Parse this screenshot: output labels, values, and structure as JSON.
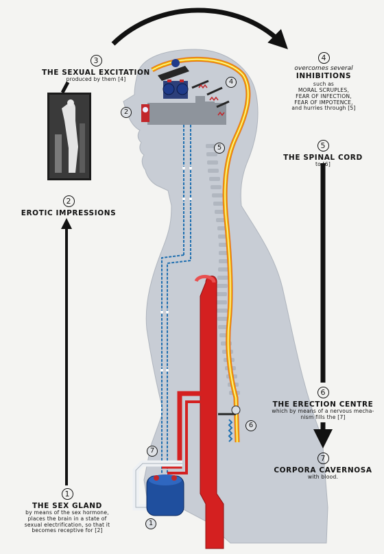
{
  "labels": {
    "one": {
      "num": "1",
      "title": "THE SEX GLAND",
      "lines": [
        "by means of the sex hormone,",
        "places the brain in a state of",
        "sexual electrification, so that it",
        "becomes receptive for [2]"
      ]
    },
    "two": {
      "num": "2",
      "title": "EROTIC IMPRESSIONS"
    },
    "three": {
      "num": "3",
      "title": "THE SEXUAL EXCITATION",
      "sub": "produced by them [4]"
    },
    "four": {
      "num": "4",
      "pre": "overcomes several",
      "title": "INHIBITIONS",
      "lines": [
        "such as",
        "MORAL SCRUPLES,",
        "FEAR OF INFECTION,",
        "FEAR OF IMPOTENCE,",
        "and hurries through [5]"
      ]
    },
    "five": {
      "num": "5",
      "title": "THE SPINAL CORD",
      "sub": "to [6]"
    },
    "six": {
      "num": "6",
      "title": "THE ERECTION CENTRE",
      "lines": [
        "which by means of a nervous mecha-",
        "nism fills the [7]"
      ]
    },
    "seven": {
      "num": "7",
      "title": "CORPORA CAVERNOSA",
      "sub": "with blood."
    }
  },
  "figure_markers": [
    "1",
    "2",
    "4",
    "5",
    "6",
    "7"
  ],
  "colors": {
    "body": "#c9ced6",
    "artery": "#d42020",
    "nerve": "#1f6fb0",
    "spine_yellow": "#f2c200",
    "spine_orange": "#e8731a",
    "gland": "#1f4f9e",
    "arrow": "#111111"
  }
}
